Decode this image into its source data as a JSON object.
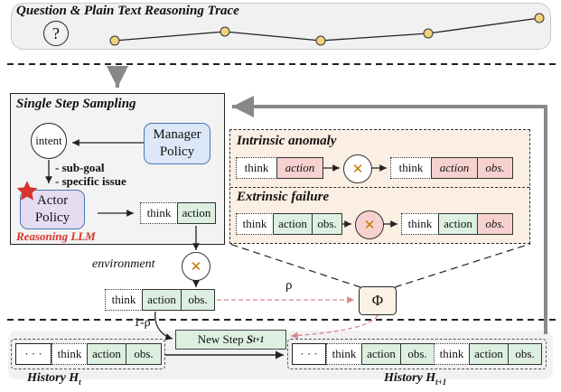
{
  "top": {
    "title": "Question & Plain Text Reasoning Trace",
    "icon": "?"
  },
  "sampling": {
    "title": "Single Step Sampling",
    "intent": "intent",
    "manager": "Manager Policy",
    "subgoal": "- sub-goal",
    "issue": "- specific issue",
    "actor": "Actor Policy",
    "llm": "Reasoning LLM"
  },
  "cells": {
    "think": "think",
    "action": "action",
    "obs": "obs."
  },
  "intrinsic": {
    "title": "Intrinsic anomaly"
  },
  "extrinsic": {
    "title": "Extrinsic failure"
  },
  "env": "environment",
  "rho": "ρ",
  "one_minus_rho": "1-ρ",
  "phi": "Φ",
  "new_step": {
    "prefix": "New Step",
    "symbol": "S",
    "sub": "t+1"
  },
  "history_t": {
    "prefix": "History",
    "symbol": "H",
    "sub": "t",
    "dots": "· · ·"
  },
  "history_t1": {
    "prefix": "History",
    "symbol": "H",
    "sub": "t+1",
    "dots": "· · ·"
  },
  "colors": {
    "panel_bg": "#f5f4f4",
    "failure_bg": "#fbeee2",
    "policy_blue": "#dce8f7",
    "actor_purple": "#e6dcf2",
    "accent_red": "#d6342c"
  }
}
